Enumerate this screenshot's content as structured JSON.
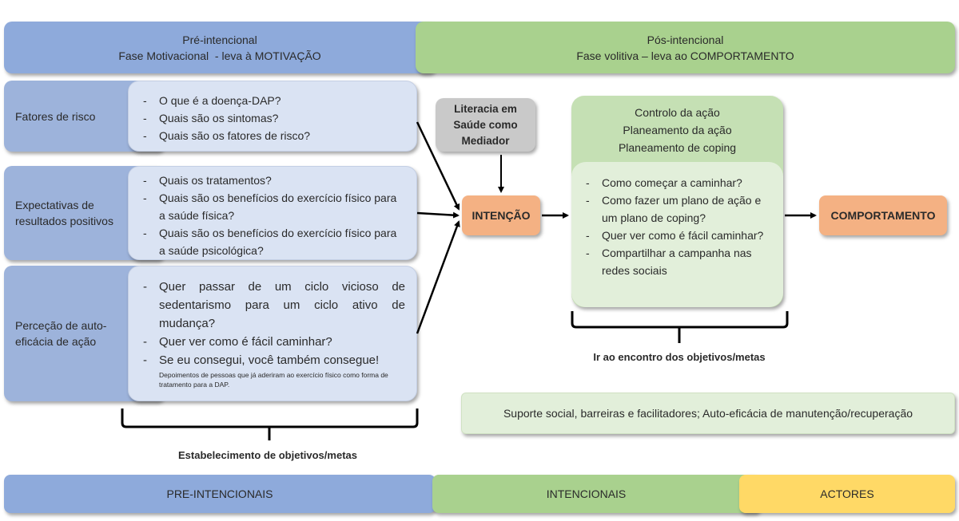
{
  "header": {
    "pre_intentional": {
      "title": "Pré-intencional",
      "subtitle": "Fase Motivacional  - leva à MOTIVAÇÃO"
    },
    "post_intentional": {
      "title": "Pós-intencional",
      "subtitle": "Fase volitiva – leva ao COMPORTAMENTO"
    }
  },
  "factors": [
    {
      "label": "Fatores de risco",
      "items": [
        "O que é a doença-DAP?",
        "Quais são os sintomas?",
        "Quais são os fatores de risco?"
      ]
    },
    {
      "label": "Expectativas de resultados positivos",
      "items": [
        "Quais os tratamentos?",
        "Quais são os benefícios do exercício físico para a saúde física?",
        "Quais são os benefícios do exercício físico para a saúde psicológica?"
      ]
    },
    {
      "label": "Perceção de auto-eficácia de ação",
      "items": [
        "Quer passar de um ciclo vicioso de sedentarismo para um ciclo ativo de mudança?",
        "Quer ver como é fácil caminhar?",
        "Se eu consegui, você também consegue!"
      ],
      "note": "Depoimentos de pessoas que já aderiram ao exercício físico como forma de tratamento para a DAP."
    }
  ],
  "mediator": "Literacia em Saúde como Mediador",
  "intention": "INTENÇÃO",
  "behavior": "COMPORTAMENTO",
  "volitive": {
    "title_lines": [
      "Controlo da ação",
      "Planeamento da ação",
      "Planeamento de coping"
    ],
    "items": [
      "Como começar a caminhar?",
      "Como fazer um plano de ação e um plano de coping?",
      "Quer ver como é fácil caminhar?",
      "Compartilhar a campanha nas redes sociais"
    ]
  },
  "brace_labels": {
    "left": "Estabelecimento de objetivos/metas",
    "right": "Ir ao encontro dos objetivos/metas"
  },
  "support": "Suporte social, barreiras e facilitadores; Auto-eficácia de manutenção/recuperação",
  "footer": {
    "pre": "PRE-INTENCIONAIS",
    "intentional": "INTENCIONAIS",
    "actors": "ACTORES"
  },
  "colors": {
    "pre_phase": "#8eaadb",
    "post_phase": "#a9d18e",
    "factor_content": "#dae3f3",
    "mediator": "#c9c9c9",
    "intention": "#f4b183",
    "volitive": "#c5e0b4",
    "volitive_inner": "#e2efda",
    "actors": "#ffd966"
  }
}
